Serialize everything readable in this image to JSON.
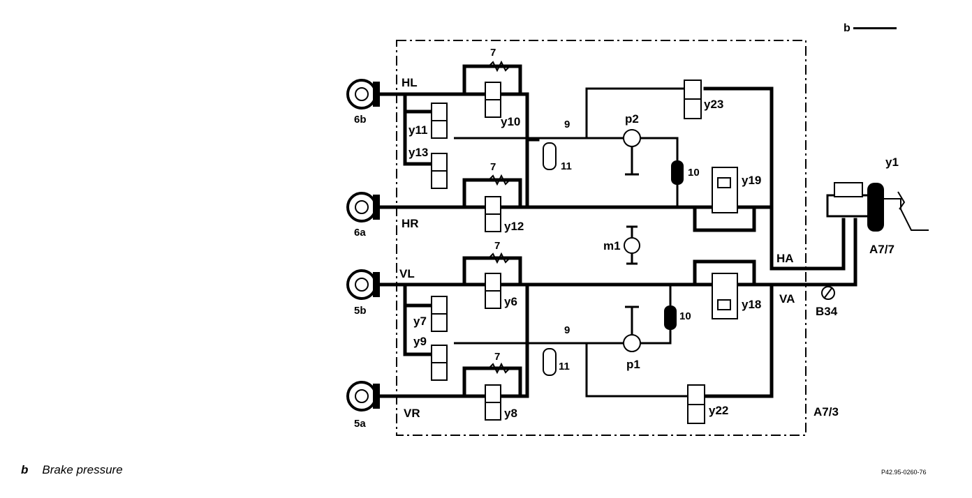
{
  "corner_label": "b",
  "caption": {
    "letter": "b",
    "text": "Brake pressure"
  },
  "reference": "P42.95-0260-76",
  "labels": {
    "HL": "HL",
    "HR": "HR",
    "VL": "VL",
    "VR": "VR",
    "HA": "HA",
    "VA": "VA",
    "6b": "6b",
    "6a": "6a",
    "5b": "5b",
    "5a": "5a",
    "A7_3": "A7/3",
    "A7_7": "A7/7",
    "B34": "B34",
    "y1": "y1",
    "y6": "y6",
    "y7": "y7",
    "y8": "y8",
    "y9": "y9",
    "y10": "y10",
    "y11": "y11",
    "y12": "y12",
    "y13": "y13",
    "y18": "y18",
    "y19": "y19",
    "y22": "y22",
    "y23": "y23",
    "p1": "p1",
    "p2": "p2",
    "m1": "m1",
    "n7a": "7",
    "n7b": "7",
    "n7c": "7",
    "n7d": "7",
    "n9a": "9",
    "n9b": "9",
    "n10a": "10",
    "n10b": "10",
    "n11a": "11",
    "n11b": "11"
  }
}
